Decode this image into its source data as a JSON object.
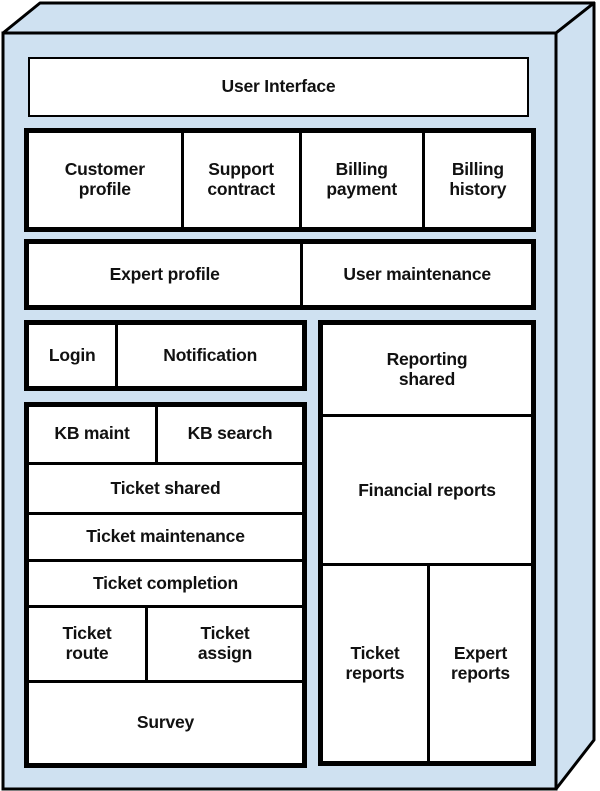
{
  "colors": {
    "case_fill": "#cfe1f1",
    "cell_fill": "#ffffff",
    "line": "#000000",
    "text": "#111111"
  },
  "boxes": {
    "user_interface": "User Interface",
    "customer_profile": "Customer\nprofile",
    "support_contract": "Support\ncontract",
    "billing_payment": "Billing\npayment",
    "billing_history": "Billing\nhistory",
    "expert_profile": "Expert profile",
    "user_maintenance": "User maintenance",
    "login": "Login",
    "notification": "Notification",
    "kb_maint": "KB maint",
    "kb_search": "KB search",
    "ticket_shared": "Ticket shared",
    "ticket_maintenance": "Ticket maintenance",
    "ticket_completion": "Ticket completion",
    "ticket_route": "Ticket\nroute",
    "ticket_assign": "Ticket\nassign",
    "survey": "Survey",
    "reporting_shared": "Reporting\nshared",
    "financial_reports": "Financial reports",
    "ticket_reports": "Ticket\nreports",
    "expert_reports": "Expert\nreports"
  }
}
